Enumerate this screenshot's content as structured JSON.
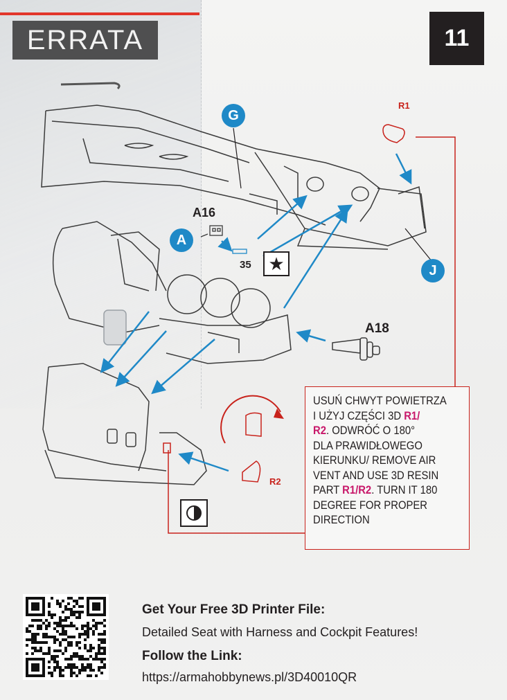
{
  "header": {
    "errata_label": "ERRATA",
    "page_number": "11"
  },
  "callouts": {
    "g": "G",
    "a": "A",
    "j": "J"
  },
  "part_labels": {
    "a16": "A16",
    "a18": "A18",
    "r1": "R1",
    "r2": "R2",
    "ref_35": "35"
  },
  "icons": {
    "star": "star-icon",
    "half_circle": "half-filled-circle-icon",
    "qr": "qr-code"
  },
  "note": {
    "lines": [
      "USUŃ CHWYT POWIETRZA",
      "I UŻYJ CZĘŚCI 3D ",
      "R1/",
      "R2",
      ". ODWRÓĆ O 180°",
      "DLA PRAWIDŁOWEGO",
      "KIERUNKU/ REMOVE AIR",
      "VENT AND USE 3D RESIN",
      "PART ",
      "R1/R2",
      ". TURN IT 180",
      "DEGREE FOR PROPER",
      "DIRECTION"
    ]
  },
  "footer": {
    "heading": "Get Your Free 3D Printer File:",
    "subheading": "Detailed Seat with Harness and Cockpit Features!",
    "link_heading": "Follow the Link:",
    "url": "https://armahobbynews.pl/3D40010QR"
  },
  "colors": {
    "callout_blue": "#1f89c7",
    "note_red": "#c8221b",
    "highlight_magenta": "#c8186a",
    "bag_stripe_red": "#e2362b",
    "page_box": "#231f20"
  }
}
